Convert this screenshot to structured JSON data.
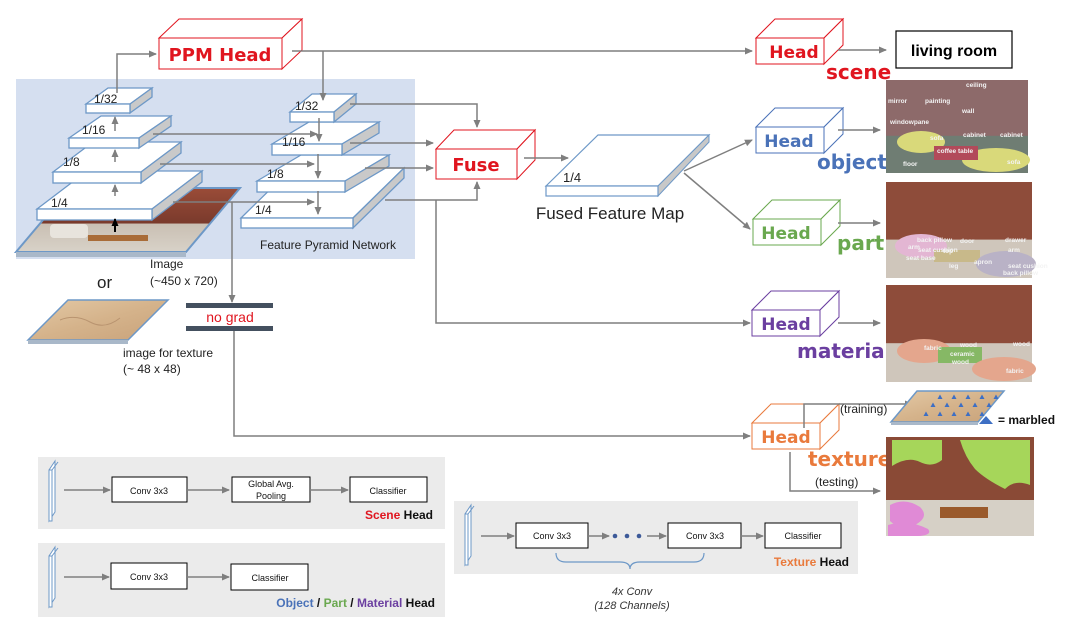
{
  "title": "Multi-task scene parsing network architecture (UPerNet-style)",
  "colors": {
    "scene": "#e0151f",
    "object": "#4a72b8",
    "part": "#6aa84f",
    "material": "#6b3fa0",
    "texture": "#e97a3c",
    "fpn_bg": "#d5dff0",
    "layer_edge": "#6d98c7",
    "arrow": "#7f7f7f",
    "head_panel_bg": "#ebebeb"
  },
  "backbone": {
    "levels": [
      "1/4",
      "1/8",
      "1/16",
      "1/32"
    ],
    "input_label": "Image",
    "input_size": "(~450 x 720)",
    "or_label": "or",
    "texture_input_label": "image for texture",
    "texture_input_size": "(~ 48 x 48)"
  },
  "fpn": {
    "label": "Feature Pyramid Network",
    "levels": [
      "1/4",
      "1/8",
      "1/16",
      "1/32"
    ]
  },
  "ppm_head": {
    "label": "PPM Head"
  },
  "fuse": {
    "label": "Fuse"
  },
  "fused_map": {
    "scale": "1/4",
    "label": "Fused Feature Map"
  },
  "no_grad": {
    "label": "no grad"
  },
  "heads": [
    {
      "task": "scene",
      "label": "Head",
      "task_label": "scene",
      "output": "living room"
    },
    {
      "task": "object",
      "label": "Head",
      "task_label": "object",
      "output_tags": [
        "ceiling",
        "mirror",
        "painting",
        "wall",
        "windowpane",
        "sofa",
        "cabinet",
        "cabinet",
        "coffee table",
        "floor",
        "sofa"
      ]
    },
    {
      "task": "part",
      "label": "Head",
      "task_label": "part",
      "output_tags": [
        "back pillow",
        "door",
        "drawer",
        "arm",
        "seat cushion",
        "top",
        "arm",
        "seat base",
        "leg",
        "apron",
        "seat cushion",
        "back pillow"
      ]
    },
    {
      "task": "material",
      "label": "Head",
      "task_label": "material",
      "output_tags": [
        "fabric",
        "wood",
        "wood",
        "ceramic",
        "wood",
        "fabric"
      ]
    },
    {
      "task": "texture",
      "label": "Head",
      "task_label": "texture",
      "training_label": "(training)",
      "testing_label": "(testing)",
      "legend": "= marbled"
    }
  ],
  "head_details": {
    "scene": {
      "blocks": [
        "Conv 3x3",
        "Global Avg. Pooling",
        "Classifier"
      ],
      "caption_parts": [
        {
          "text": "Scene",
          "color_key": "scene"
        },
        {
          "text": " Head",
          "color_key": "black"
        }
      ]
    },
    "opm": {
      "blocks": [
        "Conv 3x3",
        "Classifier"
      ],
      "caption_parts": [
        {
          "text": "Object",
          "color_key": "object"
        },
        {
          "text": " / ",
          "color_key": "black"
        },
        {
          "text": "Part",
          "color_key": "part"
        },
        {
          "text": " / ",
          "color_key": "black"
        },
        {
          "text": "Material",
          "color_key": "material"
        },
        {
          "text": " Head",
          "color_key": "black"
        }
      ]
    },
    "texture": {
      "blocks": [
        "Conv 3x3",
        "Conv 3x3",
        "Classifier"
      ],
      "brace_label_1": "4x Conv",
      "brace_label_2": "(128 Channels)",
      "caption_parts": [
        {
          "text": "Texture",
          "color_key": "texture"
        },
        {
          "text": " Head",
          "color_key": "black"
        }
      ]
    }
  }
}
